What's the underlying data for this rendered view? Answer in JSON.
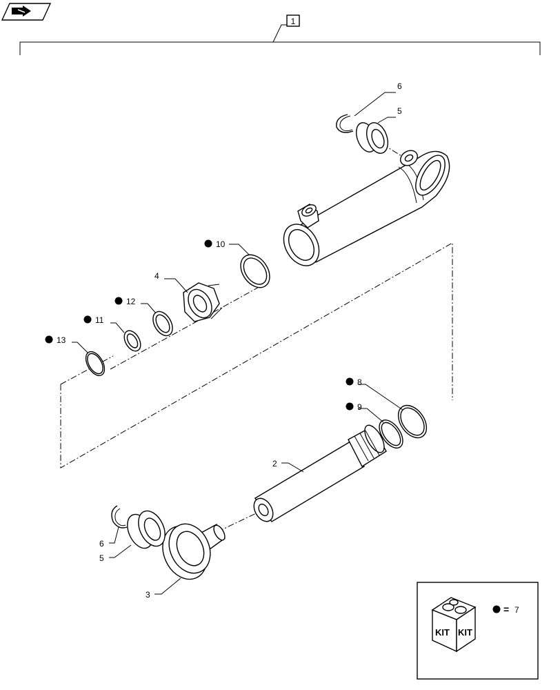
{
  "header": {
    "nav_icon": "back-arrow-icon"
  },
  "assembly": {
    "label": "1"
  },
  "callouts": {
    "p2": "2",
    "p3": "3",
    "p4": "4",
    "p5_top": "5",
    "p6_top": "6",
    "p5_bottom": "5",
    "p6_bottom": "6",
    "p8": "8",
    "p9": "9",
    "p10": "10",
    "p11": "11",
    "p12": "12",
    "p13": "13"
  },
  "legend": {
    "kit_text_left": "KIT",
    "kit_text_right": "KIT",
    "equals": "=",
    "kit_number": "7",
    "marker_icon": "black-dot-icon"
  }
}
